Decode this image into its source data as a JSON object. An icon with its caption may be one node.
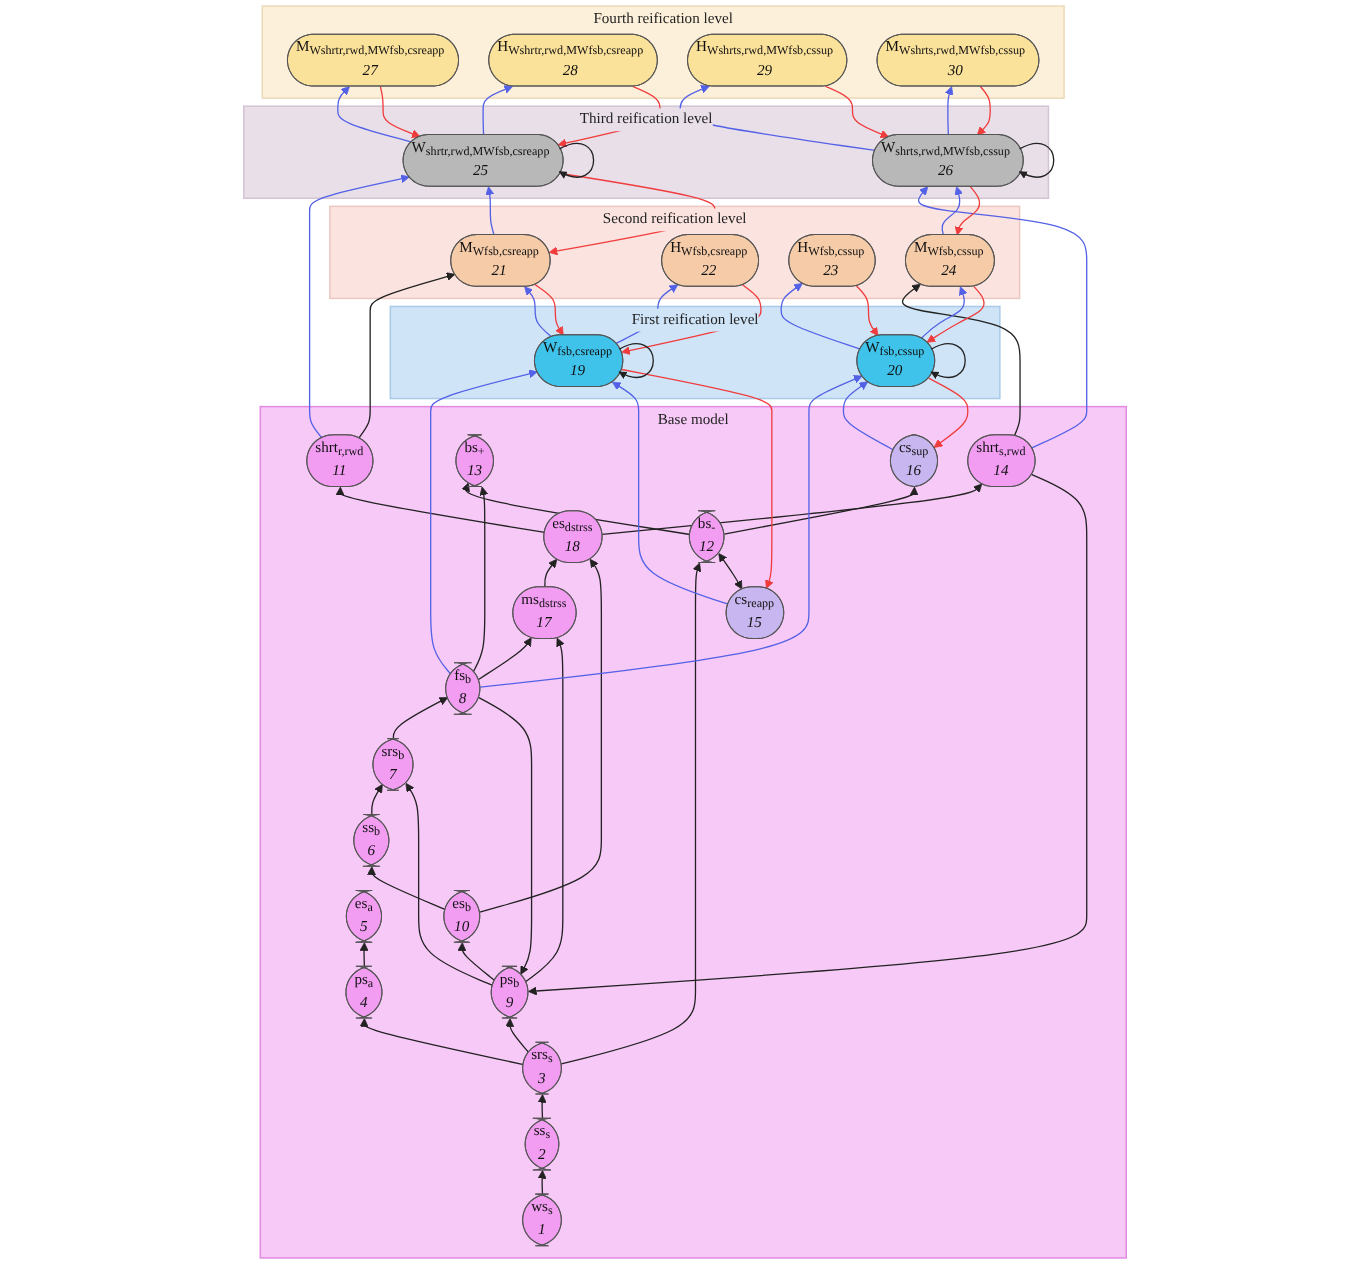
{
  "diagram": {
    "nodes": [
      {
        "text": [
          "Fourth reification level"
        ]
      },
      {
        "text": [
          "M$_{Wshrtr,rwd,MWfsb,csreapp}$",
          "27"
        ],
        "in": 0
      },
      {
        "text": [
          "H$_{Wshrtr,rwd,MWfsb,csreapp}$",
          "28"
        ],
        "in": 0
      },
      {
        "text": [
          "H$_{Wshrts,rwd,MWfsb,cssup}$",
          "29"
        ],
        "in": 0
      },
      {
        "text": [
          "M$_{Wshrts,rwd,MWfsb,cssup}$",
          "30"
        ],
        "in": 0
      },
      {
        "text": [
          "Third reification level"
        ]
      },
      {
        "text": [
          "W$_{shrtr,rwd,MWfsb,csreapp}$",
          "25"
        ],
        "in": 5
      },
      {
        "text": [
          "W$_{shrts,rwd,MWfsb,cssup}$",
          "26"
        ],
        "in": 5
      },
      {
        "text": [
          "Second reification level"
        ]
      },
      {
        "text": [
          "M$_{Wfsb,csreapp}$",
          "21"
        ],
        "in": 8
      },
      {
        "text": [
          "H$_{Wfsb,csreapp}$",
          "22"
        ],
        "in": 8
      },
      {
        "text": [
          "H$_{Wfsb,cssup}$",
          "23"
        ],
        "in": 8
      },
      {
        "text": [
          "M$_{Wfsb,cssup}$",
          "24"
        ],
        "in": 8
      },
      {
        "text": [
          "First reification level"
        ]
      },
      {
        "text": [
          "W$_{fsb,csreapp}$",
          "19"
        ],
        "in": 13
      },
      {
        "text": [
          "W$_{fsb,cssup}$",
          "20"
        ],
        "in": 13
      },
      {
        "text": [
          "Base model"
        ]
      },
      {
        "text": [
          "ws$_{s}$",
          "1"
        ],
        "in": 16
      },
      {
        "text": [
          "ss$_{s}$",
          "2"
        ],
        "in": 16
      },
      {
        "text": [
          "srs$_{s}$",
          "3"
        ],
        "in": 16
      },
      {
        "text": [
          "ps$_{a}$",
          "4"
        ],
        "in": 16
      },
      {
        "text": [
          "es$_{a}$",
          "5"
        ],
        "in": 16
      },
      {
        "text": [
          "ss$_{b}$",
          "6"
        ],
        "in": 16
      },
      {
        "text": [
          "srs$_{b}$",
          "7"
        ],
        "in": 16
      },
      {
        "text": [
          "fs$_{b}$",
          "8"
        ],
        "in": 16
      },
      {
        "text": [
          "ps$_{b}$",
          "9"
        ],
        "in": 16
      },
      {
        "text": [
          "es$_{b}$",
          "10"
        ],
        "in": 16
      },
      {
        "text": [
          "shrt$_{r,rwd}$",
          "11"
        ],
        "in": 16
      },
      {
        "text": [
          "bs$_{-}$",
          "12"
        ],
        "in": 16
      },
      {
        "text": [
          "bs$_{+}$",
          "13"
        ],
        "in": 16
      },
      {
        "text": [
          "shrt$_{s,rwd}$",
          "14"
        ],
        "in": 16
      },
      {
        "text": [
          "cs$_{reapp}$",
          "15"
        ],
        "in": 16
      },
      {
        "text": [
          "cs$_{sup}$",
          "16"
        ],
        "in": 16
      },
      {
        "text": [
          "ms$_{dstrss}$",
          "17"
        ],
        "in": 16
      },
      {
        "text": [
          "es$_{dstrss}$",
          "18"
        ],
        "in": 16
      }
    ],
    "edges": [
      {
        "from": 17,
        "to": 18,
        "arrow": "to"
      },
      {
        "from": 18,
        "to": 19,
        "arrow": "to"
      },
      {
        "from": 19,
        "to": 20,
        "arrow": "to"
      },
      {
        "from": 20,
        "to": 21,
        "arrow": "to"
      },
      {
        "from": 19,
        "to": 25,
        "arrow": "to"
      },
      {
        "from": 19,
        "to": 28,
        "arrow": "to"
      },
      {
        "from": 22,
        "to": 23,
        "arrow": "to"
      },
      {
        "from": 23,
        "to": 24,
        "arrow": "to"
      },
      {
        "from": 25,
        "to": 23,
        "arrow": "to"
      },
      {
        "from": 24,
        "to": 25,
        "arrow": "to"
      },
      {
        "from": 25,
        "to": 26,
        "arrow": "to"
      },
      {
        "from": 26,
        "to": 22,
        "arrow": "to"
      },
      {
        "from": 31,
        "to": 28,
        "arrow": "both"
      },
      {
        "from": 28,
        "to": 29,
        "arrow": "to"
      },
      {
        "from": 28,
        "to": 32,
        "arrow": "to"
      },
      {
        "from": 24,
        "to": 29,
        "arrow": "to"
      },
      {
        "from": 24,
        "to": 33,
        "arrow": "to"
      },
      {
        "from": 25,
        "to": 33,
        "arrow": "to"
      },
      {
        "from": 33,
        "to": 34,
        "arrow": "to"
      },
      {
        "from": 26,
        "to": 34,
        "arrow": "to"
      },
      {
        "from": 34,
        "to": 27,
        "arrow": "to"
      },
      {
        "from": 34,
        "to": 30,
        "arrow": "to"
      },
      {
        "from": 30,
        "to": 25,
        "arrow": "to"
      },
      {
        "from": 27,
        "to": 9,
        "arrow": "to"
      },
      {
        "from": 30,
        "to": 12,
        "arrow": "to"
      },
      {
        "from": 14,
        "to": 14,
        "arrow": "to"
      },
      {
        "from": 15,
        "to": 15,
        "arrow": "to"
      },
      {
        "from": 6,
        "to": 6,
        "arrow": "to"
      },
      {
        "from": 7,
        "to": 7,
        "arrow": "to"
      },
      {
        "from": 24,
        "to": 14,
        "arrow": "to",
        "color": "#5361e6"
      },
      {
        "from": 31,
        "to": 14,
        "arrow": "to",
        "color": "#5361e6"
      },
      {
        "from": 24,
        "to": 15,
        "arrow": "to",
        "color": "#5361e6"
      },
      {
        "from": 32,
        "to": 15,
        "arrow": "to",
        "color": "#5361e6"
      },
      {
        "from": 14,
        "to": 9,
        "arrow": "to",
        "color": "#5361e6"
      },
      {
        "from": 14,
        "to": 10,
        "arrow": "to",
        "color": "#5361e6"
      },
      {
        "from": 15,
        "to": 11,
        "arrow": "to",
        "color": "#5361e6"
      },
      {
        "from": 15,
        "to": 12,
        "arrow": "to",
        "color": "#5361e6"
      },
      {
        "from": 27,
        "to": 6,
        "arrow": "to",
        "color": "#5361e6"
      },
      {
        "from": 9,
        "to": 6,
        "arrow": "to",
        "color": "#5361e6"
      },
      {
        "from": 30,
        "to": 7,
        "arrow": "to",
        "color": "#5361e6"
      },
      {
        "from": 12,
        "to": 7,
        "arrow": "to",
        "color": "#5361e6"
      },
      {
        "from": 6,
        "to": 1,
        "arrow": "to",
        "color": "#5361e6"
      },
      {
        "from": 6,
        "to": 2,
        "arrow": "to",
        "color": "#5361e6"
      },
      {
        "from": 7,
        "to": 3,
        "arrow": "to",
        "color": "#5361e6"
      },
      {
        "from": 7,
        "to": 4,
        "arrow": "to",
        "color": "#5361e6"
      },
      {
        "from": 14,
        "to": 31,
        "arrow": "to",
        "color": "#f03c3c"
      },
      {
        "from": 15,
        "to": 32,
        "arrow": "to",
        "color": "#f03c3c"
      },
      {
        "from": 9,
        "to": 14,
        "arrow": "to",
        "color": "#f03c3c"
      },
      {
        "from": 10,
        "to": 14,
        "arrow": "to",
        "color": "#f03c3c"
      },
      {
        "from": 11,
        "to": 15,
        "arrow": "to",
        "color": "#f03c3c"
      },
      {
        "from": 12,
        "to": 15,
        "arrow": "to",
        "color": "#f03c3c"
      },
      {
        "from": 6,
        "to": 9,
        "arrow": "to",
        "color": "#f03c3c"
      },
      {
        "from": 7,
        "to": 12,
        "arrow": "to",
        "color": "#f03c3c"
      },
      {
        "from": 1,
        "to": 6,
        "arrow": "to",
        "color": "#f03c3c"
      },
      {
        "from": 2,
        "to": 6,
        "arrow": "to",
        "color": "#f03c3c"
      },
      {
        "from": 3,
        "to": 7,
        "arrow": "to",
        "color": "#f03c3c"
      },
      {
        "from": 4,
        "to": 7,
        "arrow": "to",
        "color": "#f03c3c"
      }
    ]
  }
}
